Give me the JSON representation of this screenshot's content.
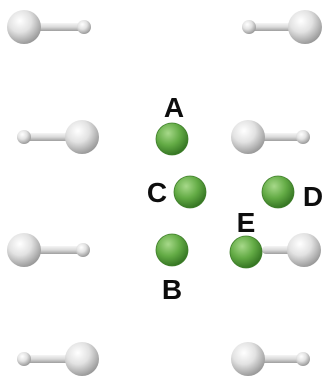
{
  "labels": {
    "a": "A",
    "b": "B",
    "c": "C",
    "d": "D",
    "e": "E"
  },
  "colors": {
    "background": "#ffffff",
    "white_atom_light": "#ffffff",
    "white_atom_mid": "#e2e2e2",
    "white_atom_dark": "#8e8e8e",
    "green_atom_light": "#a7d98a",
    "green_atom_mid": "#63ab45",
    "green_atom_dark": "#2d6b1d",
    "label_text": "#0d0d0d"
  }
}
